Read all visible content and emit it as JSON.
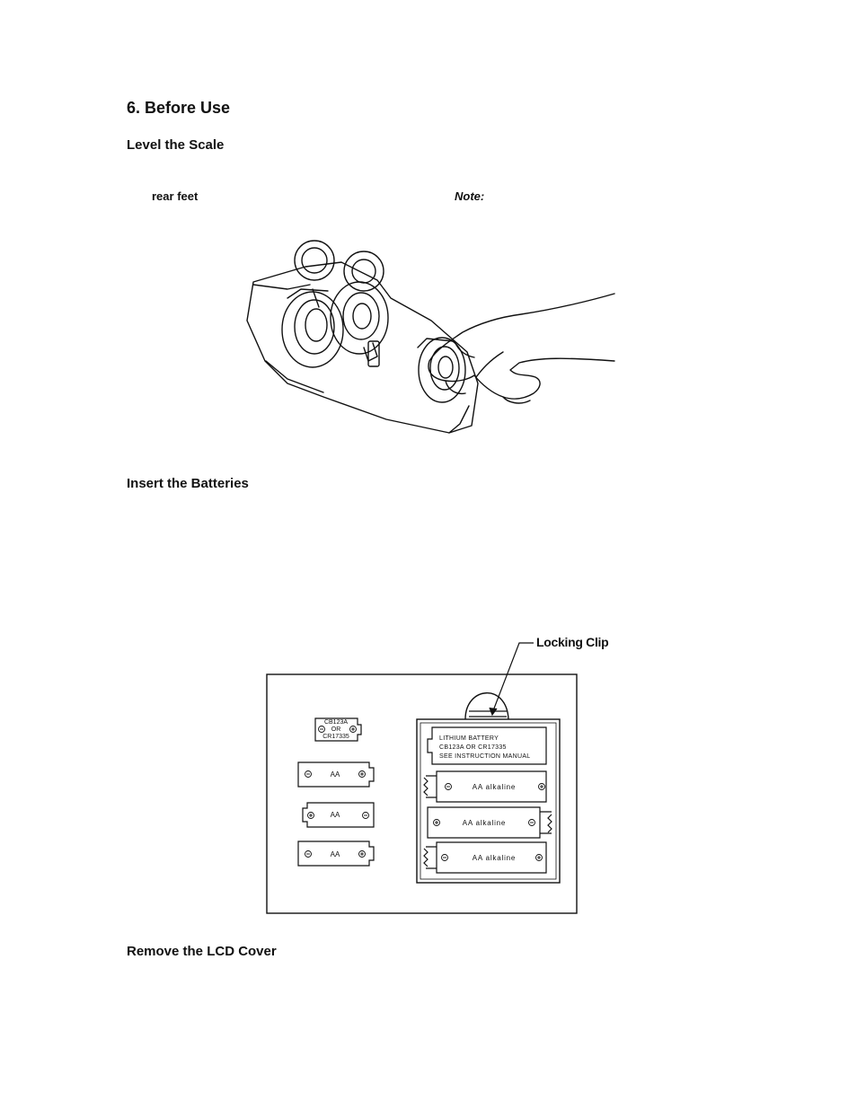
{
  "section": {
    "title": "6. Before Use"
  },
  "level": {
    "heading": "Level the Scale",
    "rear_feet": "rear feet",
    "note": "Note:"
  },
  "batteries": {
    "heading": "Insert the Batteries",
    "callout": "Locking Clip",
    "loose": {
      "lithium": [
        "CB123A",
        "OR",
        "CR17335"
      ],
      "aa": [
        "AA",
        "AA",
        "AA"
      ]
    },
    "compartment": {
      "lithium_label": [
        "LITHIUM BATTERY",
        "CB123A OR CR17335",
        "SEE INSTRUCTION MANUAL"
      ],
      "aa_slots": [
        "AA alkaline",
        "AA alkaline",
        "AA alkaline"
      ]
    }
  },
  "lcd": {
    "heading": "Remove the LCD Cover"
  }
}
